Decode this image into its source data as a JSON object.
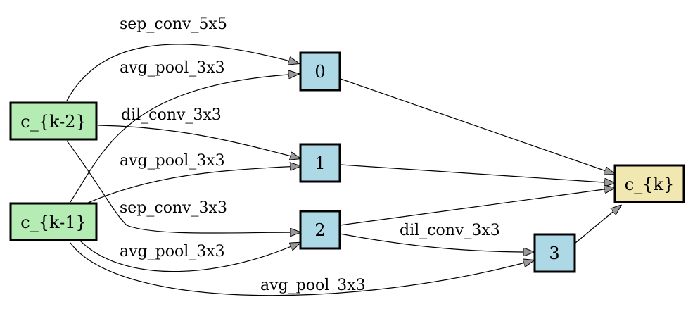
{
  "nodes": {
    "ck2": {
      "label": "c_{k-2}",
      "fill": "#b4ecb4"
    },
    "ck1": {
      "label": "c_{k-1}",
      "fill": "#b4ecb4"
    },
    "n0": {
      "label": "0",
      "fill": "#add8e6"
    },
    "n1": {
      "label": "1",
      "fill": "#add8e6"
    },
    "n2": {
      "label": "2",
      "fill": "#add8e6"
    },
    "n3": {
      "label": "3",
      "fill": "#add8e6"
    },
    "ck": {
      "label": "c_{k}",
      "fill": "#f0e8b0"
    }
  },
  "edges": [
    {
      "from": "c_{k-2}",
      "to": "0",
      "label": "sep_conv_5x5"
    },
    {
      "from": "c_{k-1}",
      "to": "0",
      "label": "avg_pool_3x3"
    },
    {
      "from": "c_{k-2}",
      "to": "1",
      "label": "dil_conv_3x3"
    },
    {
      "from": "c_{k-1}",
      "to": "1",
      "label": "avg_pool_3x3"
    },
    {
      "from": "c_{k-2}",
      "to": "2",
      "label": "sep_conv_3x3"
    },
    {
      "from": "c_{k-1}",
      "to": "2",
      "label": "avg_pool_3x3"
    },
    {
      "from": "2",
      "to": "3",
      "label": "dil_conv_3x3"
    },
    {
      "from": "c_{k-1}",
      "to": "3",
      "label": "avg_pool_3x3"
    },
    {
      "from": "0",
      "to": "c_{k}",
      "label": ""
    },
    {
      "from": "1",
      "to": "c_{k}",
      "label": ""
    },
    {
      "from": "2",
      "to": "c_{k}",
      "label": ""
    },
    {
      "from": "3",
      "to": "c_{k}",
      "label": ""
    }
  ]
}
